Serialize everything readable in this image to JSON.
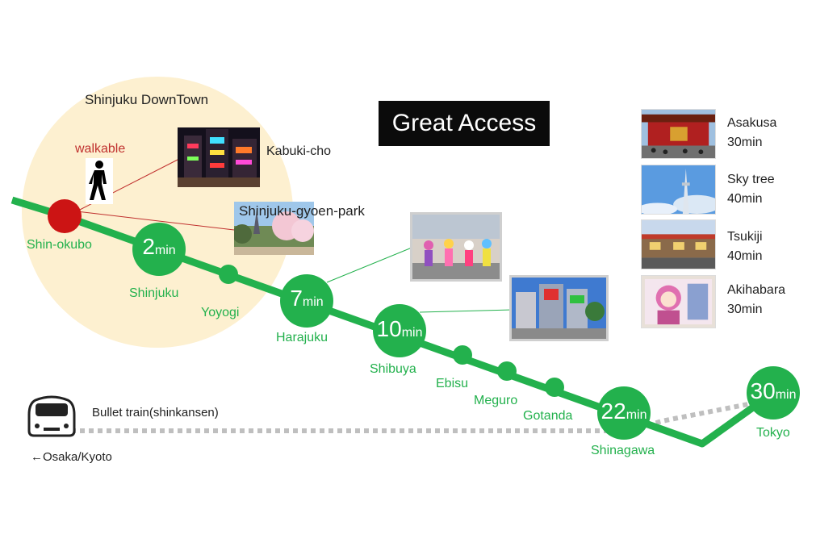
{
  "title": "Great Access",
  "downtown": {
    "label": "Shinjuku DownTown",
    "walkable": "walkable",
    "spots": [
      {
        "id": "kabuki",
        "label": "Kabuki-cho"
      },
      {
        "id": "gyoen",
        "label": "Shinjuku-gyoen-park"
      }
    ]
  },
  "stations": [
    {
      "id": "shin-okubo",
      "name": "Shin-okubo",
      "time_num": "",
      "time_unit": ""
    },
    {
      "id": "shinjuku",
      "name": "Shinjuku",
      "time_num": "2",
      "time_unit": "min"
    },
    {
      "id": "yoyogi",
      "name": "Yoyogi",
      "time_num": "",
      "time_unit": ""
    },
    {
      "id": "harajuku",
      "name": "Harajuku",
      "time_num": "7",
      "time_unit": "min"
    },
    {
      "id": "shibuya",
      "name": "Shibuya",
      "time_num": "10",
      "time_unit": "min"
    },
    {
      "id": "ebisu",
      "name": "Ebisu",
      "time_num": "",
      "time_unit": ""
    },
    {
      "id": "meguro",
      "name": "Meguro",
      "time_num": "",
      "time_unit": ""
    },
    {
      "id": "gotanda",
      "name": "Gotanda",
      "time_num": "",
      "time_unit": ""
    },
    {
      "id": "shinagawa",
      "name": "Shinagawa",
      "time_num": "22",
      "time_unit": "min"
    },
    {
      "id": "tokyo",
      "name": "Tokyo",
      "time_num": "30",
      "time_unit": "min"
    }
  ],
  "bullet_train": {
    "label": "Bullet train(shinkansen)",
    "direction": "←Osaka/Kyoto"
  },
  "attractions": [
    {
      "id": "asakusa",
      "name": "Asakusa",
      "time": "30min"
    },
    {
      "id": "skytree",
      "name": "Sky tree",
      "time": "40min"
    },
    {
      "id": "tsukiji",
      "name": "Tsukiji",
      "time": "40min"
    },
    {
      "id": "akihabara",
      "name": "Akihabara",
      "time": "30min"
    }
  ],
  "colors": {
    "line_green": "#23b14d",
    "downtown_fill": "#fdf0d0",
    "origin_red": "#cc1414",
    "title_bg": "#0b0b0b",
    "rail_gray": "#bfbfbf"
  }
}
